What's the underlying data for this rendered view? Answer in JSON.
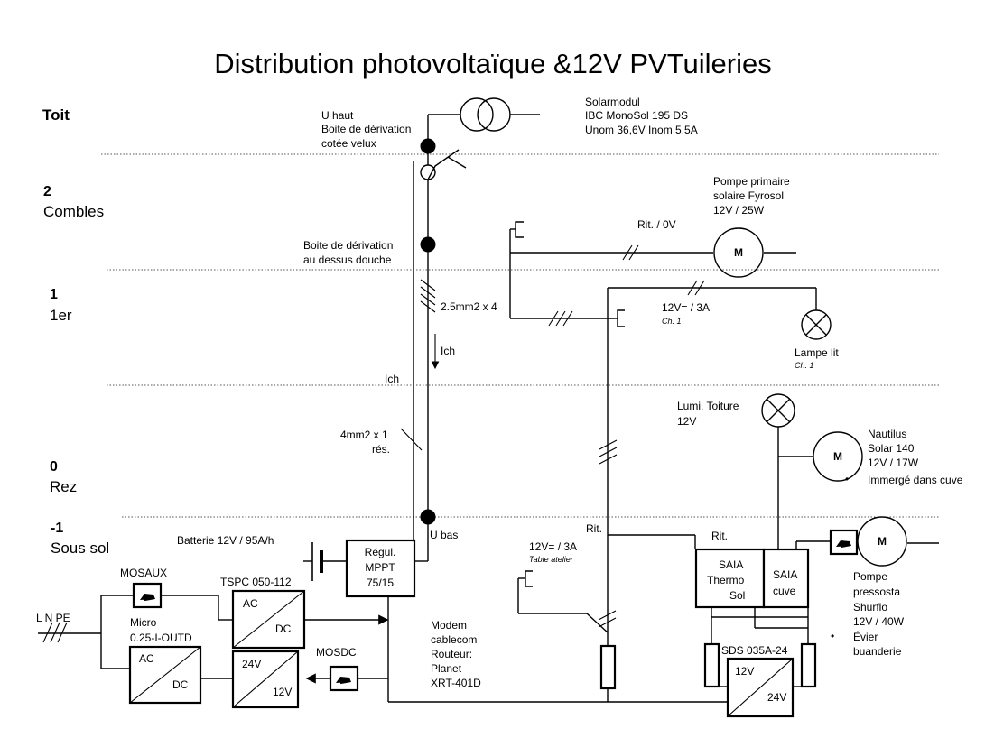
{
  "title": "Distribution photovoltaïque &12V PVTuileries",
  "floors": [
    {
      "code": "Toit",
      "name": ""
    },
    {
      "code": "2",
      "name": "Combles"
    },
    {
      "code": "1",
      "name": "1er"
    },
    {
      "code": "0",
      "name": "Rez"
    },
    {
      "code": "-1",
      "name": "Sous sol"
    }
  ],
  "solar": {
    "line1": "Solarmodul",
    "line2": "IBC MonoSol 195 DS",
    "line3": "Unom 36,6V Inom 5,5A"
  },
  "junction_top": {
    "line1": "U haut",
    "line2": "Boite de dérivation",
    "line3": "cotée velux"
  },
  "junction_mid": {
    "line1": "Boite de dérivation",
    "line2": "au dessus douche"
  },
  "junction_bottom": "U bas",
  "cables": {
    "c25": "2.5mm2 x 4",
    "c4_line1": "4mm2 x 1",
    "c4_line2": "rés.",
    "ich_arrow": "Ich",
    "ich_line": "Ich"
  },
  "pump_primary": {
    "line1": "Pompe primaire",
    "line2": "solaire Fyrosol",
    "line3": "12V /   25W",
    "motor": "M"
  },
  "rit_0v": "Rit. / 0V",
  "lamp_bed": {
    "line1": "Lampe lit",
    "sub": "Ch. 1"
  },
  "circuit_ch1": {
    "label": "12V= / 3A",
    "sub": "Ch. 1"
  },
  "lumi": {
    "line1": "Lumi. Toiture",
    "line2": "12V"
  },
  "nautilus": {
    "line1": "Nautilus",
    "line2": "Solar 140",
    "line3": "12V / 17W",
    "bullet": "•",
    "line4": "Immergé dans cuve",
    "motor": "M"
  },
  "battery": "Batterie 12V / 95A/h",
  "regulator": {
    "line1": "Régul.",
    "line2": "MPPT",
    "line3": "75/15"
  },
  "mosaux": "MOSAUX",
  "tspc": {
    "label": "TSPC 050-112",
    "ac": "AC",
    "dc": "DC"
  },
  "micro": {
    "line1": "Micro",
    "line2": "0.25-I-OUTD",
    "ac": "AC",
    "dc": "DC"
  },
  "mains": "L N PE",
  "mosdc": "MOSDC",
  "conv_24_12": {
    "in": "24V",
    "out": "12V"
  },
  "modem": {
    "line1": "Modem",
    "line2": "cablecom",
    "line3": "Routeur:",
    "line4": "Planet",
    "line5": "XRT-401D"
  },
  "rit": {
    "a": "Rit.",
    "b": "Rit."
  },
  "table_atelier": {
    "label": "12V= / 3A",
    "sub": "Table atelier"
  },
  "saia_thermo": {
    "line1": "SAIA",
    "line2": "Thermo",
    "line3": "Sol"
  },
  "saia_cuve": {
    "line1": "SAIA",
    "line2": "cuve"
  },
  "sds": {
    "label": "SDS 035A-24",
    "in": "12V",
    "out": "24V"
  },
  "pump_pressure": {
    "line1": "Pompe",
    "line2": "pressosta",
    "line3": "Shurflo",
    "line4": "12V /  40W",
    "bullet": "•",
    "line5": "Évier",
    "line6": "buanderie",
    "motor": "M"
  }
}
